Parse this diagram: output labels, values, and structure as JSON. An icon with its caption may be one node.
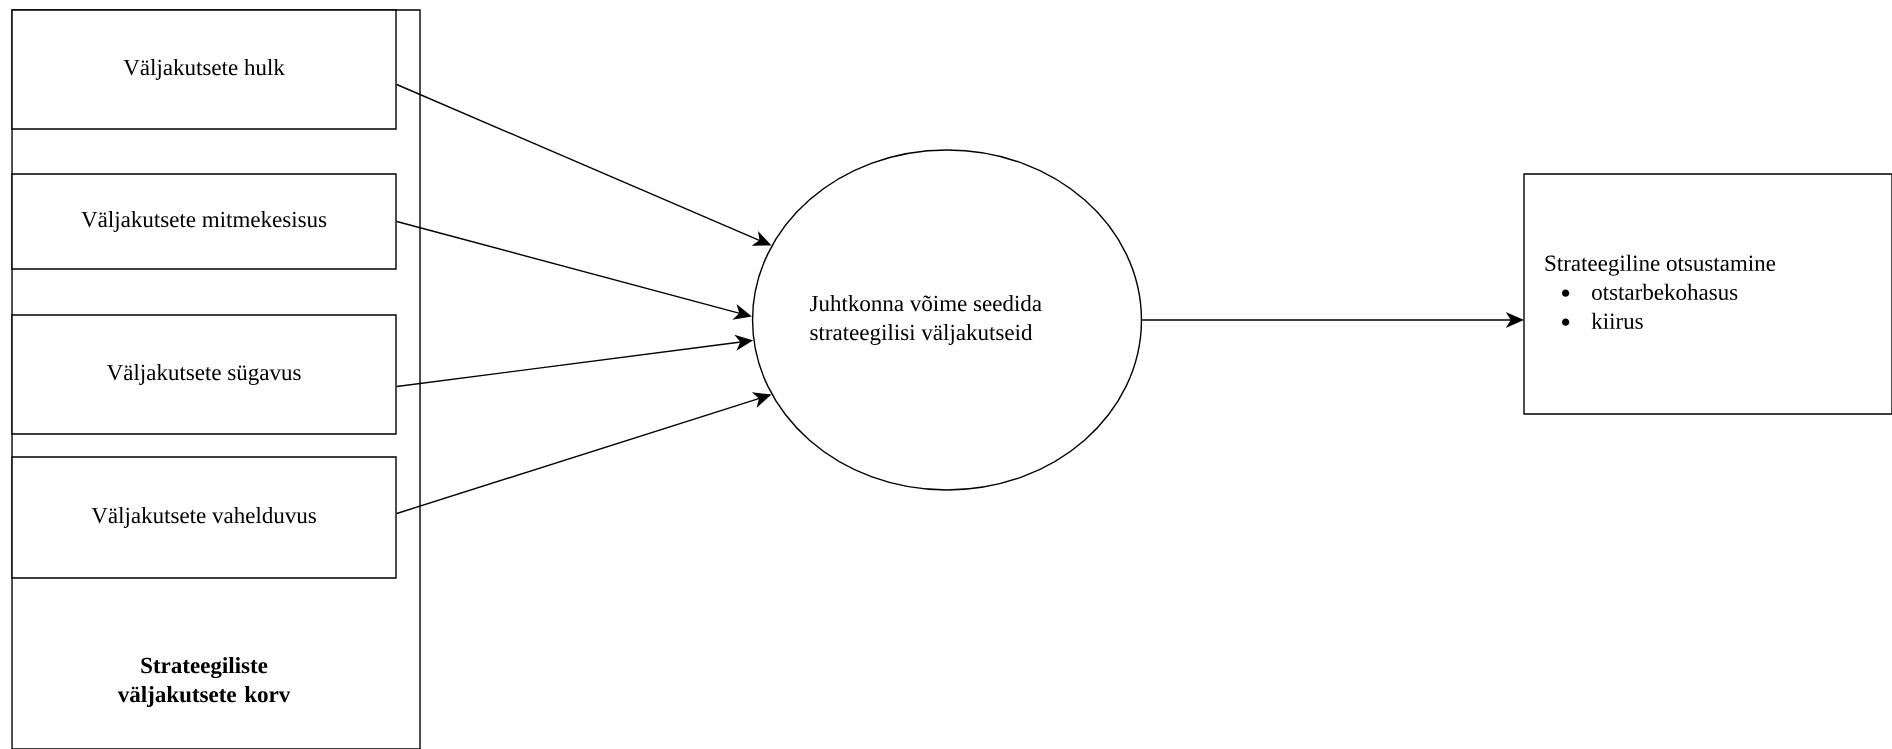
{
  "diagram": {
    "nodes": [
      {
        "text": [
          "Strateegiliste väljakutsete korv"
        ]
      },
      {
        "text": [
          "Väljakutsete hulk"
        ],
        "in": 0
      },
      {
        "text": [
          "Väljakutsete mitmekesisus"
        ],
        "in": 0
      },
      {
        "text": [
          "Väljakutsete sügavus"
        ],
        "in": 0
      },
      {
        "text": [
          "Väljakutsete vahelduvus"
        ],
        "in": 0
      },
      {
        "text": [
          "Juhtkonna võime seedida strateegilisi väljakutseid"
        ]
      },
      {
        "text": [
          "Strateegiline otsustamine",
          "otstarbekohasus",
          "kiirus"
        ]
      }
    ],
    "edges": [
      {
        "from": 1,
        "to": 5,
        "arrow": "to"
      },
      {
        "from": 2,
        "to": 5,
        "arrow": "to"
      },
      {
        "from": 3,
        "to": 5,
        "arrow": "to"
      },
      {
        "from": 4,
        "to": 5,
        "arrow": "to"
      },
      {
        "from": 5,
        "to": 6,
        "arrow": "to"
      }
    ]
  }
}
